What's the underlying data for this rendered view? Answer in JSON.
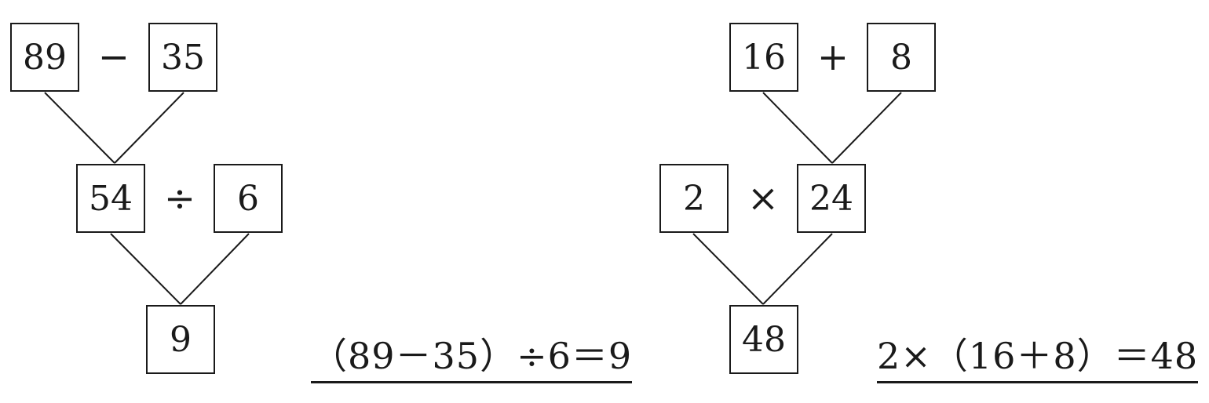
{
  "left_tree": {
    "top_left": "89",
    "top_op": "−",
    "top_right": "35",
    "mid_left": "54",
    "mid_op": "÷",
    "mid_right": "6",
    "result": "9",
    "equation": "（89－35）÷6＝9"
  },
  "right_tree": {
    "top_left": "16",
    "top_op": "+",
    "top_right": "8",
    "mid_left": "2",
    "mid_op": "×",
    "mid_right": "24",
    "result": "48",
    "equation": "2×（16＋8）＝48"
  }
}
